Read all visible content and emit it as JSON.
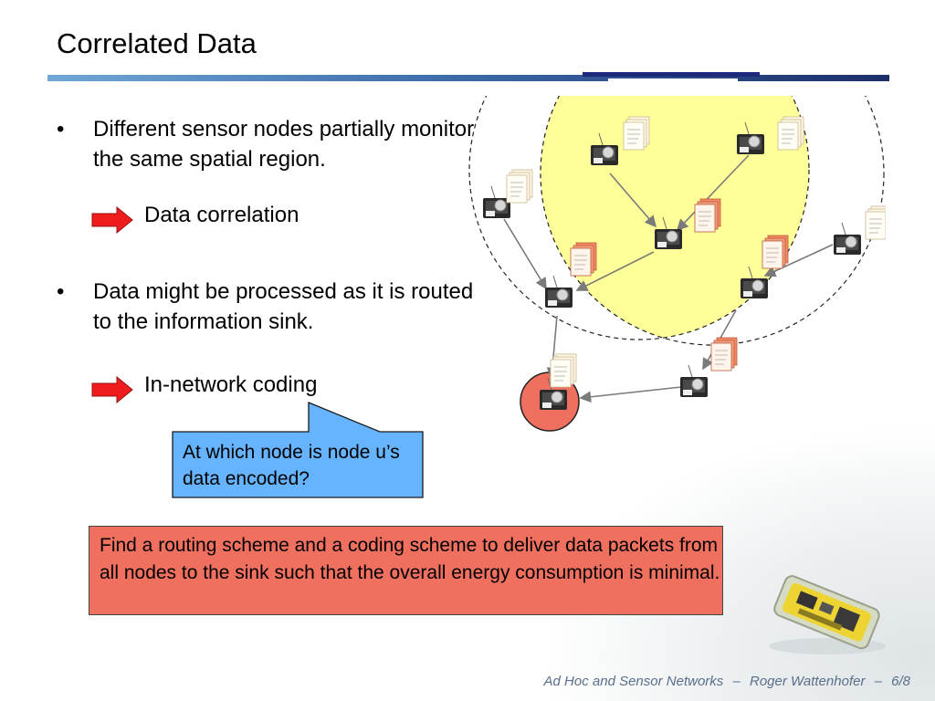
{
  "slide": {
    "title": "Correlated Data",
    "bullets": [
      {
        "text": "Different sensor nodes partially monitor the same spatial region."
      },
      {
        "text": "Data might be processed as it is routed to the information sink."
      }
    ],
    "implications": [
      {
        "label": "Data correlation"
      },
      {
        "label": "In-network coding"
      }
    ],
    "callout": "At which node is node u’s data encoded?",
    "problem": "Find a routing scheme and a coding scheme to deliver data packets from all nodes to the sink such that the overall energy consumption is minimal."
  },
  "footer": {
    "course": "Ad Hoc and Sensor Networks",
    "separator": "–",
    "author": "Roger Wattenhofer",
    "page": "6/8"
  },
  "colors": {
    "arrow_fill": "#ee1c1c",
    "callout_fill": "#66b3ff",
    "problem_fill": "#f07060",
    "overlap_region": "#ffff99",
    "sink_fill": "#f07060"
  }
}
